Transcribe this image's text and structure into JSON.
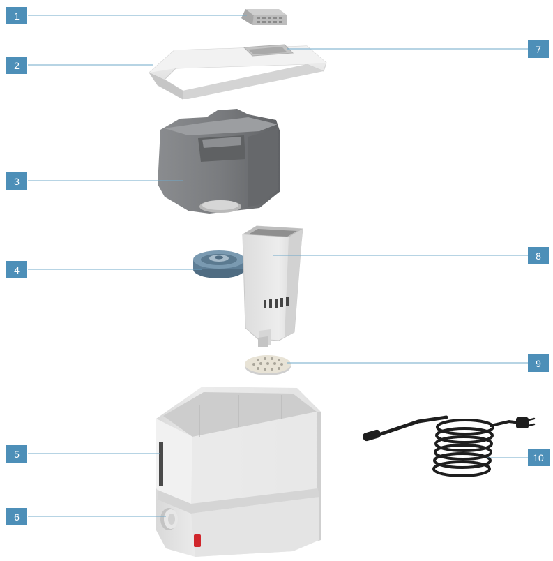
{
  "colors": {
    "badge": "#4d8fb8",
    "leader": "#6fa8c9",
    "tank": "#7b7d80",
    "plastic_light": "#e6e6e6",
    "plastic_mid": "#cfcfcf",
    "cap_blue": "#6c8ea8",
    "cord": "#1e1e1e",
    "indicator_red": "#d0262c"
  },
  "callouts": [
    "1",
    "2",
    "3",
    "4",
    "5",
    "6",
    "7",
    "8",
    "9",
    "10"
  ],
  "parts": [
    {
      "id": "grille",
      "icon": "vent-grille-icon"
    },
    {
      "id": "top-cover",
      "icon": "top-cover-icon"
    },
    {
      "id": "water-tank",
      "icon": "water-tank-icon"
    },
    {
      "id": "tank-cap",
      "icon": "tank-cap-icon"
    },
    {
      "id": "base-housing",
      "icon": "base-housing-icon"
    },
    {
      "id": "control-knob",
      "icon": "knob-icon"
    },
    {
      "id": "mist-outlet",
      "icon": "mist-outlet-icon"
    },
    {
      "id": "mist-tube",
      "icon": "mist-tube-icon"
    },
    {
      "id": "filter-disc",
      "icon": "filter-disc-icon"
    },
    {
      "id": "power-cord",
      "icon": "power-cord-icon"
    }
  ]
}
